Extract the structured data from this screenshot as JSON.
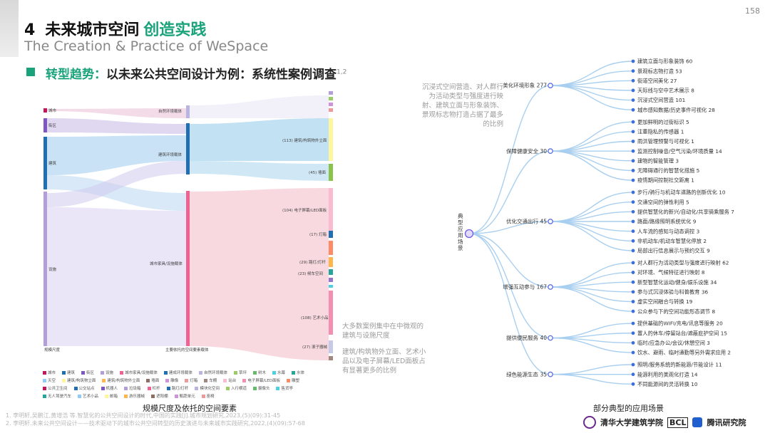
{
  "page_number": "158",
  "header": {
    "number": "4",
    "title_main": "未来城市空间",
    "title_accent": "创造实践",
    "subtitle_en": "The Creation & Practice of WeSpace"
  },
  "trend": {
    "lead": "转型趋势：",
    "text": "以未来公共空间设计为例：系统性案例调查",
    "sup": "1,2"
  },
  "colors": {
    "accent": "#1aa37a",
    "node_blue": "#1f6fb2",
    "pink": "#f3b9c4",
    "blue_flow": "#8fc9ea",
    "purple_flow": "#c9c2ea"
  },
  "sankey": {
    "col1": [
      {
        "label": "城市",
        "color": "#c2185b"
      },
      {
        "label": "街区",
        "color": "#7e57c2"
      },
      {
        "label": "建筑",
        "color": "#1f6fb2"
      },
      {
        "label": "设施",
        "color": "#b39ddb"
      }
    ],
    "col1_title": "规模尺度",
    "col2": [
      {
        "label": "自然环境载体"
      },
      {
        "label": "建筑环境载体"
      },
      {
        "label": "城市家具/设施载体"
      }
    ],
    "col2_title": "主要依托的空间要素载体",
    "col3": [
      {
        "label": "(113) 建筑/构筑物外立面"
      },
      {
        "label": "(45) 墙面"
      },
      {
        "label": "(104) 电子屏幕/LED面板"
      },
      {
        "label": "(17) 灯箱"
      },
      {
        "label": "(29) 路灯/灯杆"
      },
      {
        "label": "(23) 候车空间"
      },
      {
        "label": "(108) 艺术小品"
      },
      {
        "label": "(27) 滚子器械"
      }
    ]
  },
  "legend": [
    [
      "城市",
      "建筑",
      "街区",
      "设施",
      "城市家具/设施载体",
      "建成环境载体",
      "自然环境载体",
      "草坪",
      "树木",
      "水幕",
      "水体"
    ],
    [
      "天空",
      "建筑/构筑物立面",
      "建筑/构筑物外立面",
      "墙面",
      "雕像",
      "灯箱",
      "车棚",
      "站台",
      "电子屏幕/LED面板",
      "雕塑"
    ],
    [
      "公共卫生间",
      "公交站点",
      "机器人",
      "垃圾箱",
      "栏杆",
      "路灯/灯杆",
      "模块化空间",
      "入行横道",
      "摄像头",
      "售货亭"
    ],
    [
      "无人驾驶汽车",
      "艺术小品",
      "邮箱",
      "游乐器械",
      "遮阳棚",
      "甄蔬单元",
      "座椅"
    ]
  ],
  "notes": {
    "top": "沉浸式空间营造、对人群行为活动类型与强度进行映射、建筑立面与形象装饰、景观标志物打造占据了最多的比例",
    "mid": "大多数案例集中在中微观的建筑与设施尺度",
    "bottom": "建筑/构筑物外立面、艺术小品以及电子屏幕/LED面板占有显著更多的比例"
  },
  "tree": {
    "root": "典型应用场景",
    "categories": [
      {
        "label": "美化环境形象 277",
        "items": [
          "建筑立面与形象装饰 60",
          "景观标志物打造 53",
          "街道空间美化 27",
          "天际线与空中艺术展示 8",
          "沉浸式空间营造 101",
          "城市感知数据/历史事件可视化 28"
        ]
      },
      {
        "label": "保障健康安全 30",
        "items": [
          "更加鲜明的过街标识 5",
          "注重隐私的传感器 1",
          "雨洪管理预警与可视化 1",
          "监测控制噪音/空气污染/环境质量 14",
          "建物的智能管理 3",
          "无障碍通行的智慧化措施 5",
          "疫情期间控制社交距离 1"
        ]
      },
      {
        "label": "优化交通出行 45",
        "items": [
          "步行/骑行与机动车道路的创新优化 10",
          "交通空间的弹性利用 5",
          "提供智慧化的新兴/自动化/共享骑乘服务 7",
          "路面/路缘照明系统优化 9",
          "人车流的感知与动态调控 3",
          "非机动车/机动车智慧化停放 2",
          "局部出行信息展示与预约交互 9"
        ]
      },
      {
        "label": "增强互动参与 167",
        "items": [
          "对人群行为活动类型与强度进行映射 62",
          "对环境、气候特征进行映射 8",
          "新型智慧化运动/健身/娱乐设施 34",
          "参与式沉浸体验与科普教育 36",
          "虚实空间融合与转换 19",
          "公众参与下的空间功能形态调节 8"
        ]
      },
      {
        "label": "提供便民服务 40",
        "items": [
          "提供基础的WIFI/充电/讯息等服务 20",
          "置人的休车/停留站台/遮蔽庇护空间 15",
          "临时/应急办公/会议/休憩空间 3",
          "饮水、避雨、临时通勤等另外需求应用 2"
        ]
      },
      {
        "label": "绿色能源生态 35",
        "items": [
          "照明/服务系统的新能源/节能设计 11",
          "能源利用的美观化打造 14",
          "不同能源间的灵活转换 10"
        ]
      }
    ]
  },
  "captions": {
    "left": "规模尺度及依托的空间要素",
    "right": "部分典型的应用场景"
  },
  "refs": [
    "1. 李明轩,吴鹏江,黄增浩 等.智慧化的公共空间设计的时代,中国的实践[J].城市规划研究,2023,(5)(09):31-45",
    "2. 李明轩.未来公共空间设计——技术驱动下的城市公共空间转型的历史演进与未来城市实践研究,2022,(4)(09):57-68"
  ],
  "logos": {
    "tsinghua": "清华大学建筑学院",
    "bcl": "BCL",
    "tencent": "腾讯研究院"
  }
}
